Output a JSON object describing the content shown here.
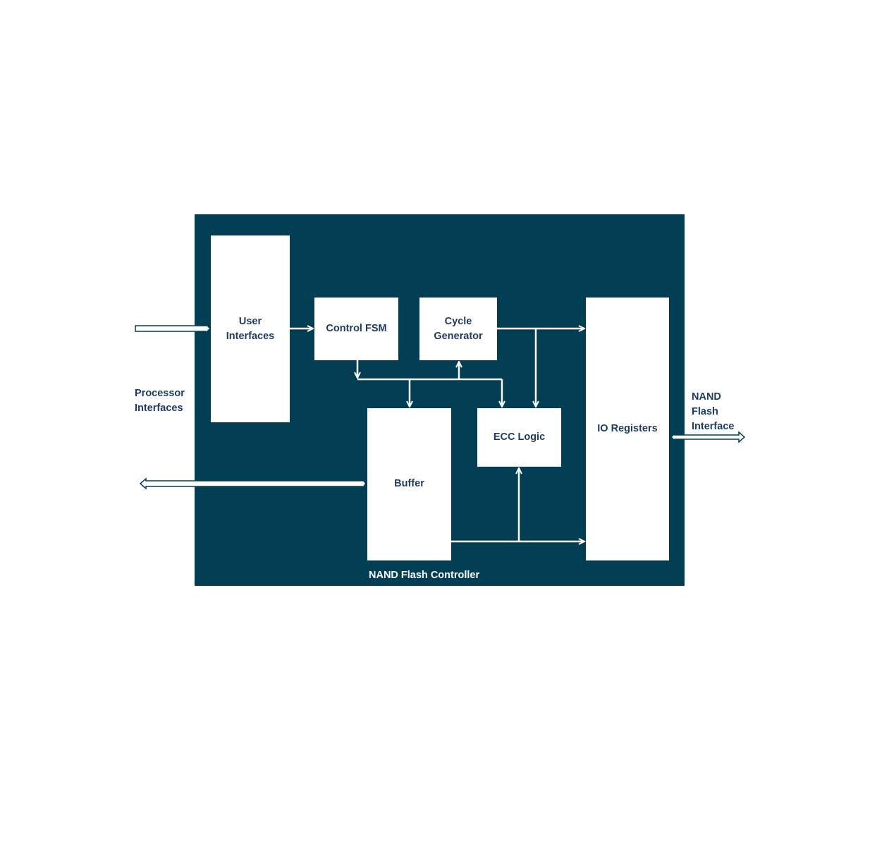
{
  "diagram": {
    "title": "NAND Flash Controller",
    "colors": {
      "controller_bg": "#023e53",
      "block_bg": "#ffffff",
      "text": "#1f3a5f",
      "wire": "#ffffff"
    },
    "blocks": {
      "user_interfaces": "User Interfaces",
      "control_fsm": "Control FSM",
      "cycle_generator": "Cycle Generator",
      "buffer": "Buffer",
      "ecc_logic": "ECC Logic",
      "io_registers": "IO Registers"
    },
    "external": {
      "processor_interfaces": "Processor Interfaces",
      "nand_flash_interface": "NAND Flash Interface"
    },
    "connections": [
      {
        "from": "Processor Interfaces",
        "to": "User Interfaces",
        "type": "bus"
      },
      {
        "from": "Processor Interfaces",
        "to": "Buffer",
        "type": "bidirectional bus"
      },
      {
        "from": "User Interfaces",
        "to": "Control FSM"
      },
      {
        "from": "Control FSM",
        "to": "Buffer"
      },
      {
        "from": "Control FSM",
        "to": "Cycle Generator"
      },
      {
        "from": "Control FSM",
        "to": "ECC Logic"
      },
      {
        "from": "Cycle Generator",
        "to": "IO Registers"
      },
      {
        "from": "Cycle Generator",
        "to": "ECC Logic"
      },
      {
        "from": "Buffer",
        "to": "IO Registers"
      },
      {
        "from": "Buffer",
        "to": "ECC Logic"
      },
      {
        "from": "IO Registers",
        "to": "NAND Flash Interface",
        "type": "bidirectional bus"
      }
    ]
  }
}
